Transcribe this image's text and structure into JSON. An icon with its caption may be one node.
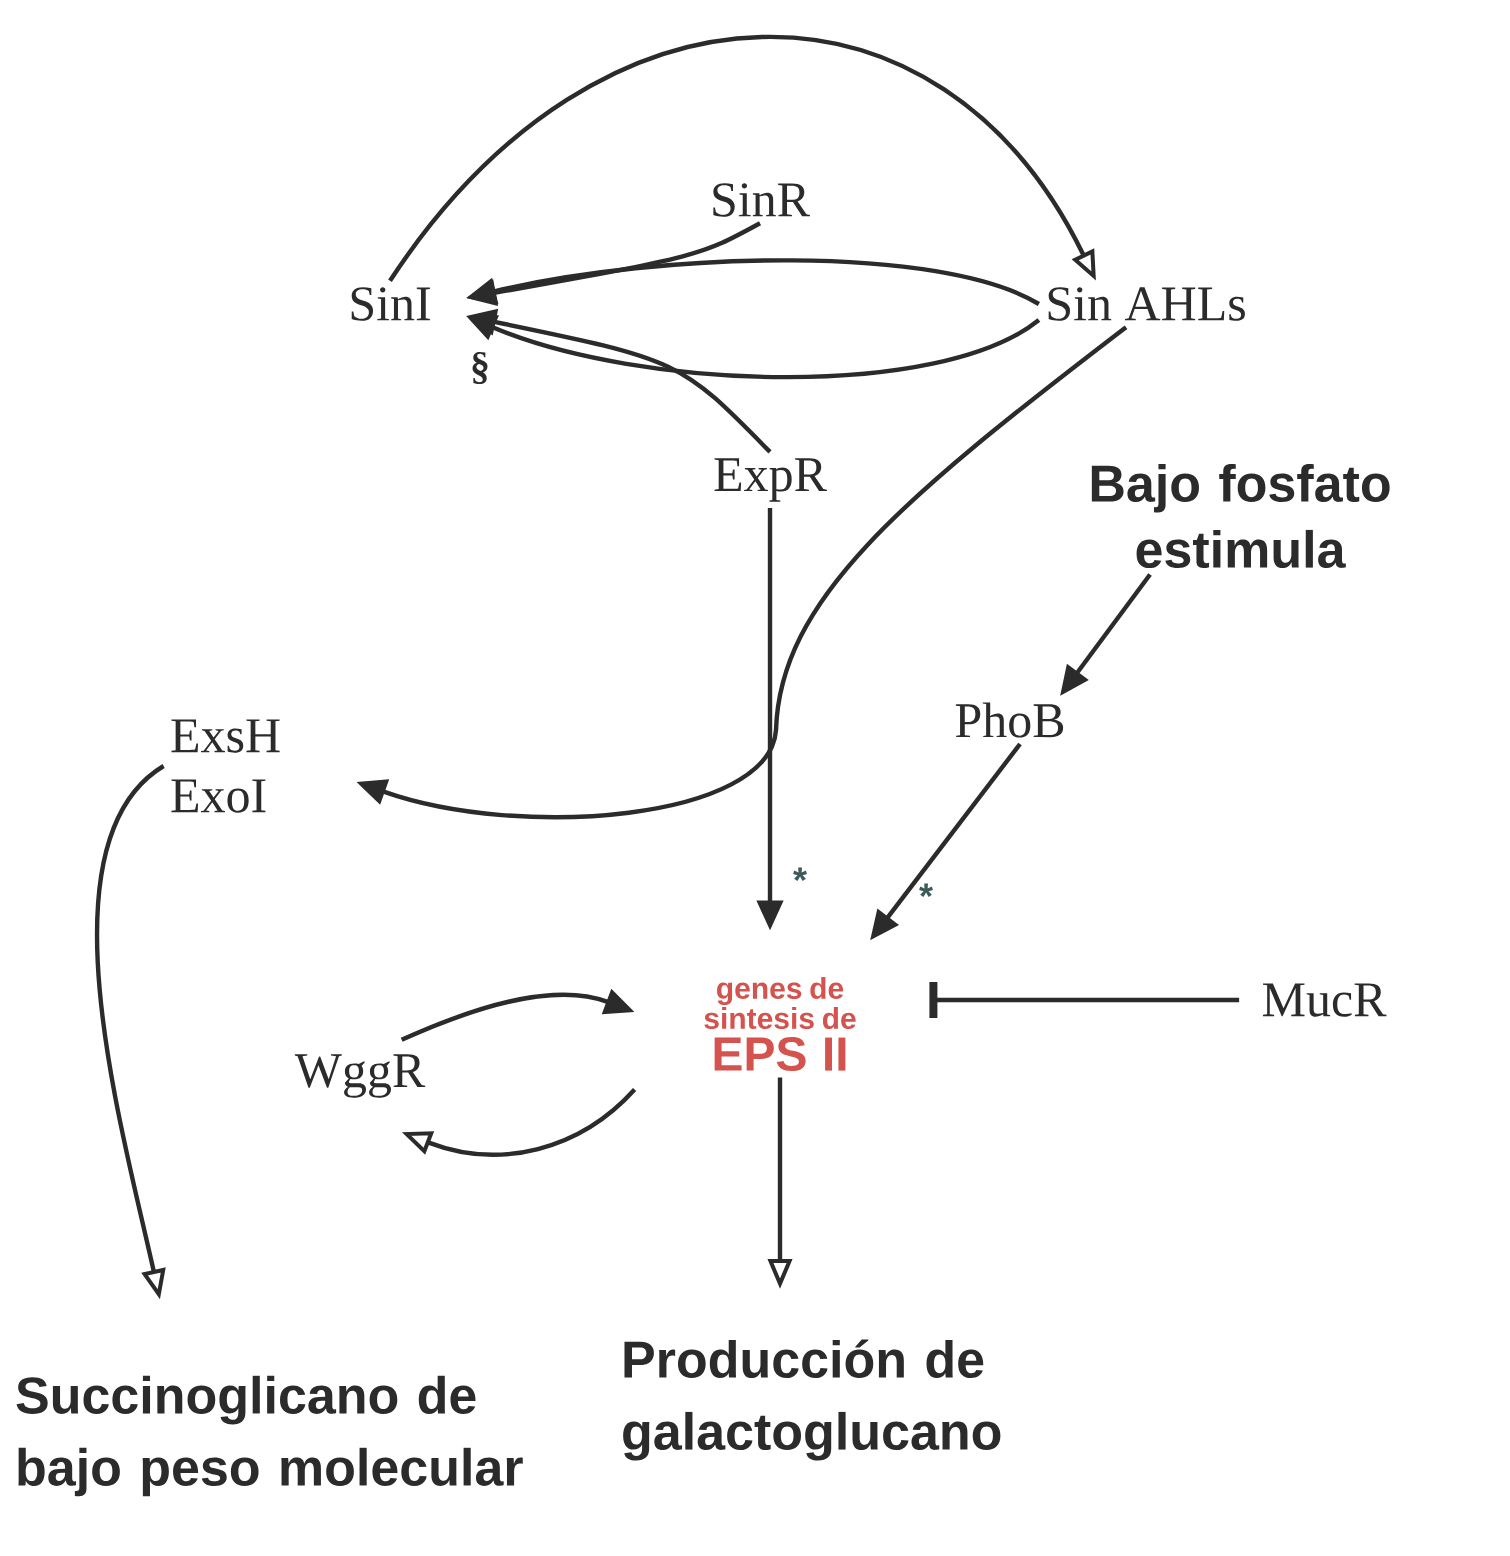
{
  "diagram": {
    "nodes": [
      {
        "text": [
          "SinI"
        ]
      },
      {
        "text": [
          "SinR"
        ]
      },
      {
        "text": [
          "Sin AHLs"
        ]
      },
      {
        "text": [
          "ExpR"
        ]
      },
      {
        "text": [
          "Bajo fosfato estimula"
        ]
      },
      {
        "text": [
          "PhoB"
        ]
      },
      {
        "text": [
          "ExsH ExoI"
        ]
      },
      {
        "text": [
          "WggR"
        ]
      },
      {
        "text": [
          "genes de sintesis de",
          "EPS II"
        ]
      },
      {
        "text": [
          "MucR"
        ]
      },
      {
        "text": [
          "Succinoglicano de bajo peso molecular"
        ]
      },
      {
        "text": [
          "Producción de galactoglucano"
        ]
      }
    ],
    "edges": [
      {
        "from": 0,
        "to": 2,
        "arrow": "to"
      },
      {
        "from": 2,
        "to": 0,
        "arrow": "to"
      },
      {
        "from": 1,
        "to": 0,
        "arrow": "to"
      },
      {
        "from": 2,
        "to": 0,
        "arrow": "to"
      },
      {
        "from": 3,
        "to": 0,
        "arrow": "to"
      },
      {
        "from": 3,
        "to": 8,
        "arrow": "to"
      },
      {
        "from": 2,
        "to": 6,
        "arrow": "to"
      },
      {
        "from": 4,
        "to": 5,
        "arrow": "to"
      },
      {
        "from": 5,
        "to": 8,
        "arrow": "to"
      },
      {
        "from": 9,
        "to": 8,
        "arrow": "other"
      },
      {
        "from": 7,
        "to": 8,
        "arrow": "to"
      },
      {
        "from": 8,
        "to": 7,
        "arrow": "to"
      },
      {
        "from": 6,
        "to": 10,
        "arrow": "to"
      },
      {
        "from": 8,
        "to": 11,
        "arrow": "to"
      }
    ],
    "labels": [
      "§",
      "*",
      "*"
    ]
  }
}
